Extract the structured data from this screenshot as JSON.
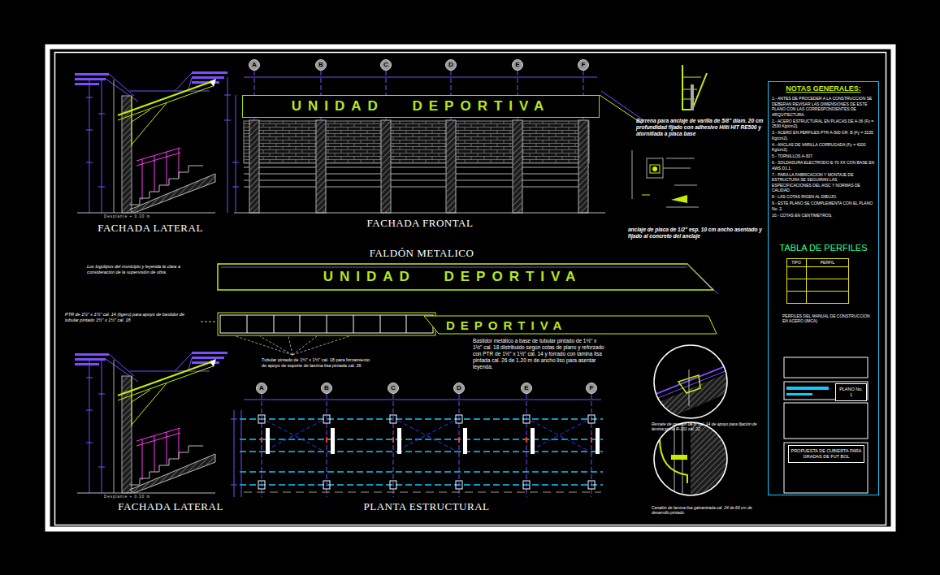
{
  "diagram": {
    "nodes": [
      {
        "text": [
          "A"
        ]
      },
      {
        "text": [
          "B"
        ]
      },
      {
        "text": [
          "C"
        ]
      },
      {
        "text": [
          "D"
        ]
      },
      {
        "text": [
          "E"
        ]
      },
      {
        "text": [
          "F"
        ]
      },
      {
        "text": [
          "UNIDAD DEPORTIVA"
        ]
      },
      {
        "text": [
          "UNIDAD DEPORTIVA"
        ]
      },
      {
        "text": [
          "DEPORTIVA"
        ]
      },
      {
        "text": [
          "A"
        ]
      },
      {
        "text": [
          "B"
        ]
      },
      {
        "text": [
          "C"
        ]
      },
      {
        "text": [
          "D"
        ]
      },
      {
        "text": [
          "E"
        ]
      },
      {
        "text": [
          "F"
        ]
      },
      {
        "text": [
          "NOTAS GENERALES:",
          "1.- ANTES DE PROCEDER A LA CONSTRUCCION SE DEBERAN REVISAR LAS DIMENSIONES DE ESTE PLANO CON LAS CORRESPONDIENTES DE ARQUITECTURA.",
          "2.- ACERO ESTRUCTURAL EN PLACAS DE A-36 (Fy = 2530 Kg/cm2).",
          "3.- ACERO EN PERFILES PTR A-500 GR. B (Fy = 3235 Kg/cm2).",
          "4.- ANCLAS DE VARILLA CORRUGADA (Fy = 4200 Kg/cm2).",
          "5.- TORNILLOS A-307.",
          "6.- SOLDADURA ELECTRODO E-70 XX CON BASE EN AWS D1.1.",
          "7.- PARA LA FABRICACION Y MONTAJE DE ESTRUCTURA SE SEGUIRAN LAS ESPECIFICACIONES DEL AISC Y NORMAS DE CALIDAD.",
          "8.- LAS COTAS RIGEN AL DIBUJO.",
          "9.- ESTE PLANO SE COMPLEMENTA CON EL PLANO No. 2.",
          "10.- COTAS EN CENTIMETROS."
        ]
      },
      {
        "text": [
          "TABLA DE PERFILES",
          "TIPO",
          "PERFIL"
        ],
        "in": 15
      },
      {
        "text": [
          "PLANO No. 1"
        ],
        "in": 15
      },
      {
        "text": [
          "PROPUESTA DE CUBIERTA PARA GRADAS DE FUT BOL"
        ],
        "in": 15
      }
    ],
    "labels": [
      "FACHADA LATERAL",
      "Desplante + 0.30 m",
      "FACHADA FRONTAL",
      "Barrena para anclaje de varilla de 5/8\" diam. 20 cm profundidad fijado con adhesivo Hilti HIT RE500 y atornillada a placa base",
      "anclaje de placa de 1/2\" esp. 10 cm ancho asentado y fijado al concreto del anclaje",
      "FALDÓN METALICO",
      "Los logotipos del municipio y leyenda la clara a consideración de la supervisión de obra.",
      "PTR de 1½\" x 1½\" cal. 14 (ligero) para apoyo de bastidor de tubular pintado 1½\" x 1½\" cal. 18",
      "Tubular pintado de 1½\" x 1½\" cal. 18 para fornamiento de apoyo de soporte de lamina lisa pintada cal. 26",
      "Bastidor metálico a base de tubular pintado de 1½\" x 1½\" cal. 18 distribuido según cotas de plano y reforzado con PTR de 1½\" x 1½\" cal. 14 y forrado con lamina lisa pintada cal. 26 de 1.20 m de ancho liso para asentar leyenda.",
      "FACHADA LATERAL",
      "Desplante + 0.30 m",
      "PLANTA ESTRUCTURAL",
      "Remate de canalón de 8\" cal. 14 de apoyo para fijación de lamina prima R-101 cal. 22",
      "Canalón de lamina lisa galvanizada cal. 24 de 60 cm de desarrollo pintado.",
      "PERFILES DEL MANUAL DE CONSTRUCCION EN ACERO (IMCA)"
    ]
  }
}
